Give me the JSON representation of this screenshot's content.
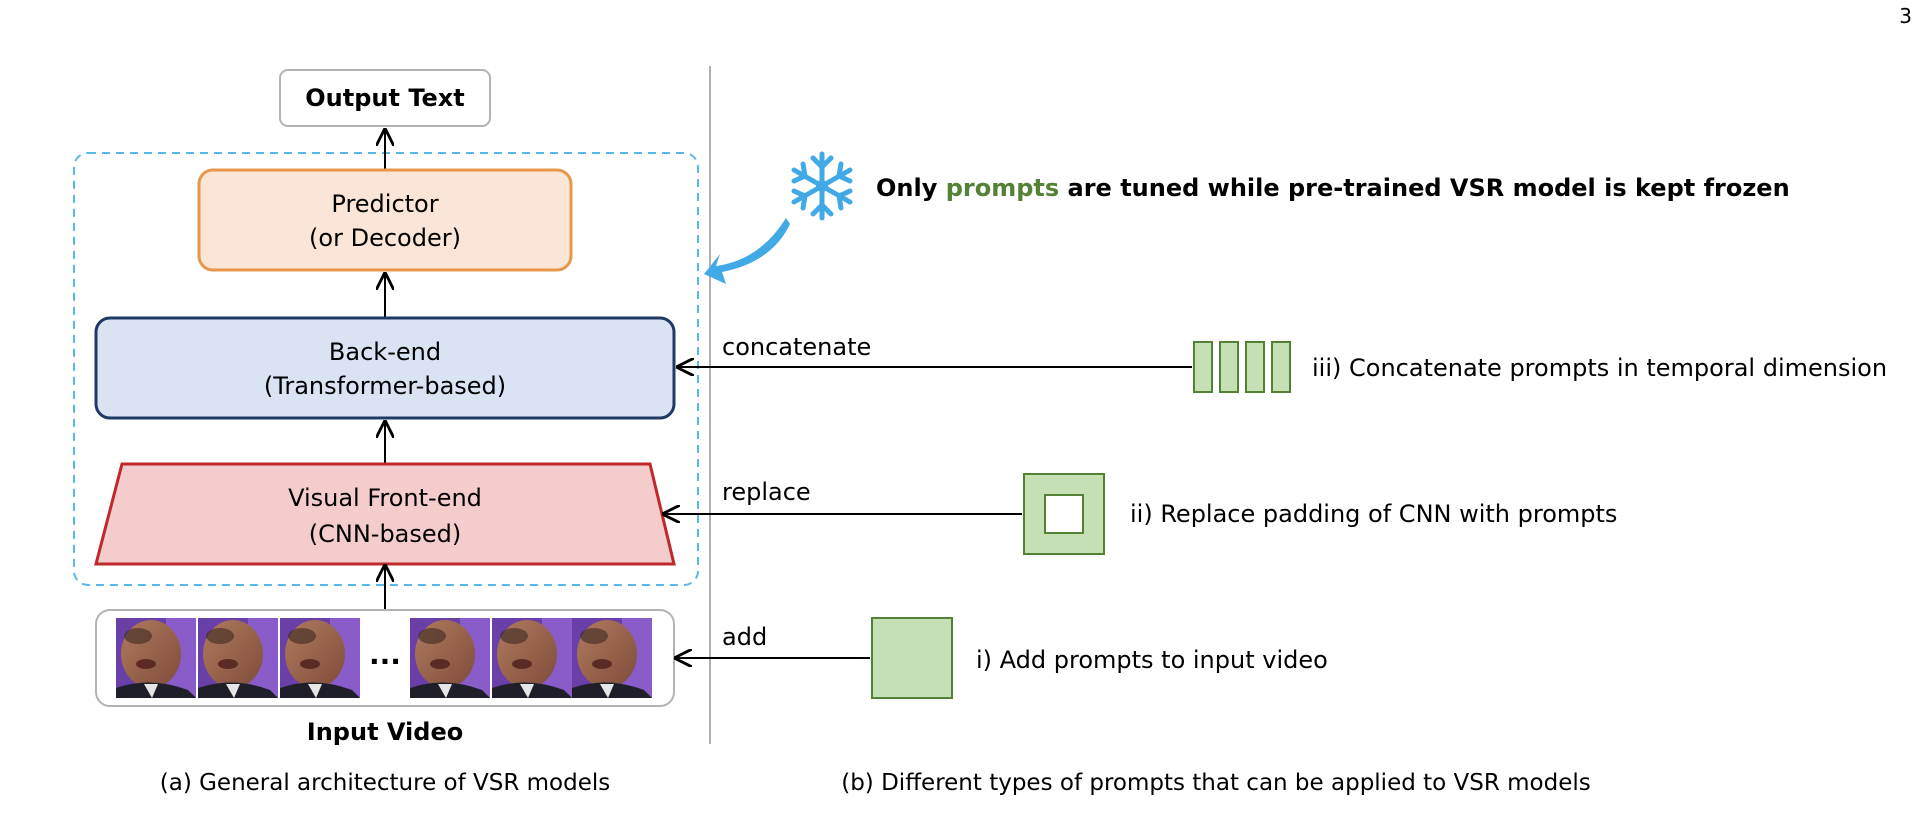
{
  "page_number": "3",
  "left_panel": {
    "output_box": "Output Text",
    "predictor": {
      "line1": "Predictor",
      "line2": "(or Decoder)"
    },
    "backend": {
      "line1": "Back-end",
      "line2": "(Transformer-based)"
    },
    "frontend": {
      "line1": "Visual Front-end",
      "line2": "(CNN-based)"
    },
    "frames_ellipsis": "...",
    "input_label": "Input Video",
    "caption": "(a) General architecture of VSR models"
  },
  "right_panel": {
    "frozen_note": {
      "prefix": "Only ",
      "highlight": "prompts",
      "suffix": " are tuned while pre-trained VSR model is kept frozen"
    },
    "concat": {
      "arrow_label": "concatenate",
      "description": "iii) Concatenate prompts in temporal dimension"
    },
    "replace": {
      "arrow_label": "replace",
      "description": "ii) Replace padding of CNN with prompts"
    },
    "add": {
      "arrow_label": "add",
      "description": "i) Add prompts to input video"
    },
    "caption": "(b) Different types of prompts that can be applied to VSR models"
  },
  "colors": {
    "dashed_border": "#5bb8e6",
    "predictor_fill": "#fbe5d6",
    "predictor_stroke": "#e8974a",
    "backend_fill": "#dae3f3",
    "backend_stroke": "#1f3864",
    "frontend_fill": "#f4cccc",
    "frontend_stroke": "#c0282b",
    "prompt_fill": "#c5e0b4",
    "prompt_stroke": "#548235",
    "highlight_text": "#548235",
    "snowflake": "#41a9e6",
    "curved_arrow": "#41a9e6"
  },
  "icons": [
    "snowflake-icon",
    "curved-arrow-icon"
  ]
}
